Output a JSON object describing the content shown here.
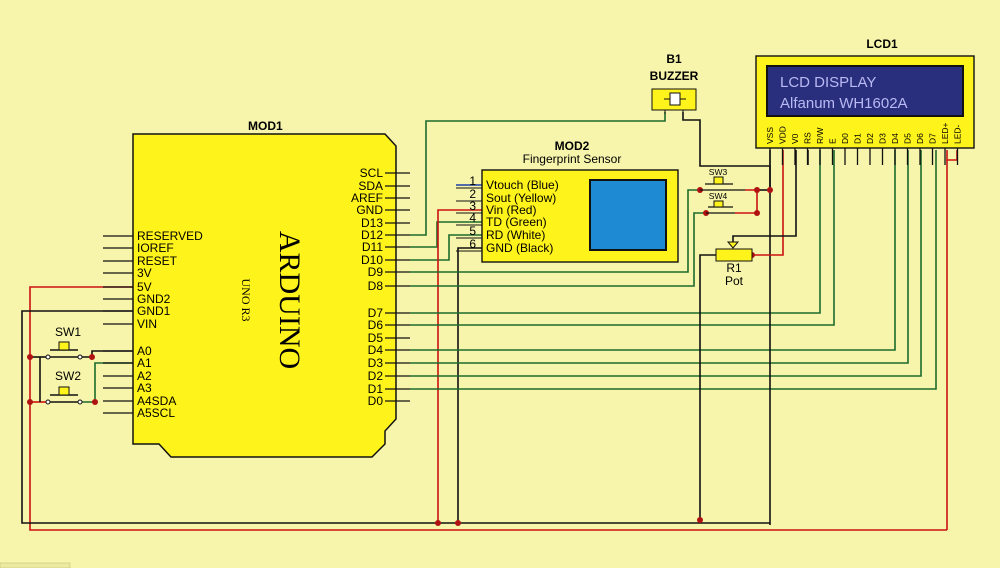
{
  "mod1": {
    "ref": "MOD1",
    "brand": "ARDUINO",
    "model": "UNO R3",
    "left_pins": [
      "RESERVED",
      "IOREF",
      "RESET",
      "3V",
      "5V",
      "GND2",
      "GND1",
      "VIN",
      "A0",
      "A1",
      "A2",
      "A3",
      "A4SDA",
      "A5SCL"
    ],
    "right_pins": [
      "SCL",
      "SDA",
      "AREF",
      "GND",
      "D13",
      "D12",
      "D11",
      "D10",
      "D9",
      "D8",
      "D7",
      "D6",
      "D5",
      "D4",
      "D3",
      "D2",
      "D1",
      "D0"
    ]
  },
  "mod2": {
    "ref": "MOD2",
    "name": "Fingerprint Sensor",
    "pin_numbers": [
      "1",
      "2",
      "3",
      "4",
      "5",
      "6"
    ],
    "pins": [
      "Vtouch (Blue)",
      "Sout (Yellow)",
      "Vin (Red)",
      "TD (Green)",
      "RD (White)",
      "GND (Black)"
    ]
  },
  "lcd": {
    "ref": "LCD1",
    "line1": "LCD DISPLAY",
    "line2": "Alfanum WH1602A",
    "pins": [
      "VSS",
      "VDD",
      "V0",
      "RS",
      "R/W",
      "E",
      "D0",
      "D1",
      "D2",
      "D3",
      "D4",
      "D5",
      "D6",
      "D7",
      "LED+",
      "LED-"
    ]
  },
  "buzzer": {
    "ref": "B1",
    "name": "BUZZER"
  },
  "switches": {
    "sw1": "SW1",
    "sw2": "SW2",
    "sw3": "SW3",
    "sw4": "SW4"
  },
  "pot": {
    "ref": "R1",
    "name": "Pot"
  },
  "colors": {
    "wire_green": "#1c6b2c",
    "wire_red": "#cc1111",
    "wire_black": "#111111",
    "wire_blue": "#1a3fa8",
    "module_yellow": "#fff31c",
    "background": "#f7f5ab",
    "lcd_screen": "#2a2f7d",
    "sensor_window": "#1f8ad4"
  }
}
